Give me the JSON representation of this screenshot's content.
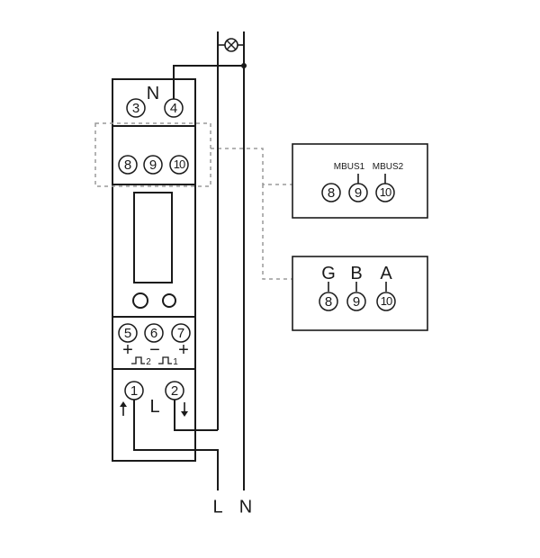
{
  "colors": {
    "line": "#1a1a1a",
    "dashed": "#9a9a9a",
    "background": "#ffffff"
  },
  "top_block": {
    "label": "N",
    "terminals": [
      "3",
      "4"
    ]
  },
  "comm_block": {
    "terminals": [
      "8",
      "9",
      "10"
    ]
  },
  "pulse_block": {
    "terminals": [
      "5",
      "6",
      "7"
    ],
    "signs": [
      "+",
      "−",
      "+"
    ],
    "pulse_labels": [
      "2",
      "1"
    ]
  },
  "bottom_block": {
    "label": "L",
    "terminals": [
      "1",
      "2"
    ]
  },
  "mbus_box": {
    "labels": [
      "MBUS1",
      "MBUS2"
    ],
    "terminals": [
      "8",
      "9",
      "10"
    ]
  },
  "gba_box": {
    "labels": [
      "G",
      "B",
      "A"
    ],
    "terminals": [
      "8",
      "9",
      "10"
    ]
  },
  "supply": {
    "line_label": "L",
    "neutral_label": "N",
    "lamp_icon": "lamp-icon"
  }
}
